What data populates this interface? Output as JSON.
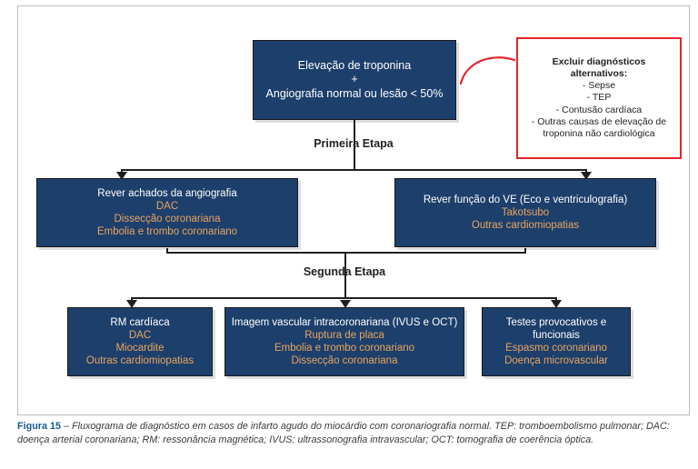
{
  "figure": {
    "caption_number": "Figura 15",
    "caption_dash": " – ",
    "caption_text": "Fluxograma de diagnóstico em casos de infarto agudo do miocárdio com coronariografia normal. TEP: tromboembolismo pulmonar; DAC: doença arterial coronariana; RM: ressonância magnética; IVUS: ultrassonografia intravascular; OCT: tomografia de coerência óptica."
  },
  "colors": {
    "navy": "#1d3f6b",
    "orange_text": "#e8a560",
    "red_border": "#e8232a",
    "caption_blue": "#1a5b93",
    "line_black": "#231f20",
    "frame_gray": "#b9bcc0"
  },
  "start_box": {
    "line1": "Elevação de troponina",
    "line2": "+",
    "line3": "Angiografia normal ou lesão < 50%"
  },
  "exclusion_box": {
    "title_line1": "Excluir diagnósticos",
    "title_line2": "alternativos:",
    "items": [
      "- Sepse",
      "- TEP",
      "- Contusão cardíaca",
      "- Outras causas de elevação de",
      "troponina não cardiológica"
    ]
  },
  "stages": {
    "first": "Primeira Etapa",
    "second": "Segunda Etapa"
  },
  "row1_boxes": [
    {
      "header": "Rever achados da angiografia",
      "subs": [
        "DAC",
        "Dissecção coronariana",
        "Embolia e trombo coronariano"
      ]
    },
    {
      "header": "Rever função do VE (Eco e ventriculografia)",
      "subs": [
        "Takotsubo",
        "Outras cardiomiopatias"
      ]
    }
  ],
  "row2_boxes": [
    {
      "header": "RM cardíaca",
      "header2": "",
      "subs": [
        "DAC",
        "Miocardite",
        "Outras cardiomiopatias"
      ]
    },
    {
      "header": "Imagem vascular intracoronariana (IVUS e OCT)",
      "header2": "",
      "subs": [
        "Ruptura de placa",
        "Embolia e trombo coronariano",
        "Dissecção coronariana"
      ]
    },
    {
      "header": "Testes provocativos e",
      "header2": "funcionais",
      "subs": [
        "Espasmo coronariano",
        "Doença microvascular"
      ]
    }
  ]
}
